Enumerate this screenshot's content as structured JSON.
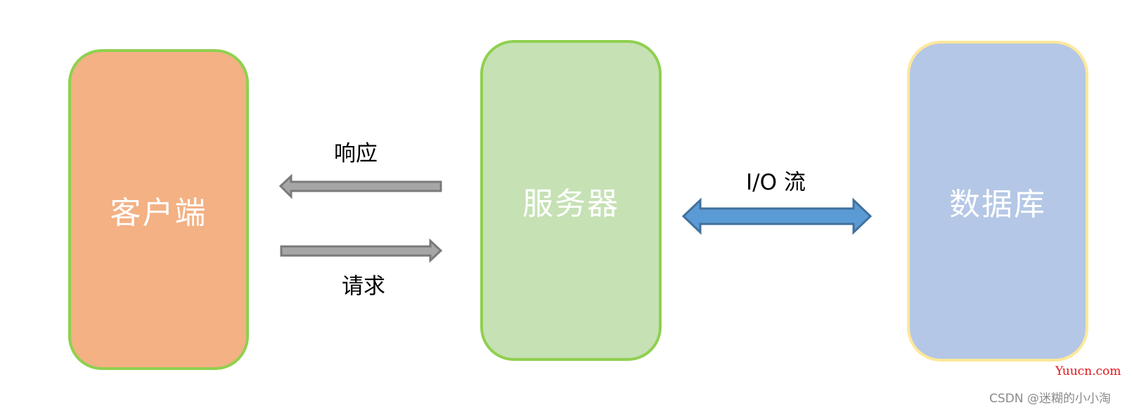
{
  "nodes": {
    "client": "客户端",
    "server": "服务器",
    "database": "数据库"
  },
  "edges": {
    "response": "响应",
    "request": "请求",
    "io_stream": "I/O 流"
  },
  "colors": {
    "client_fill": "#f3b184",
    "server_fill": "#c6e1b4",
    "database_fill": "#b4c7e6",
    "gray_arrow": "#a6a6a6",
    "blue_arrow": "#5b9bd5"
  },
  "watermarks": {
    "site": "Yuucn.com",
    "author": "CSDN @迷糊的小小淘"
  }
}
